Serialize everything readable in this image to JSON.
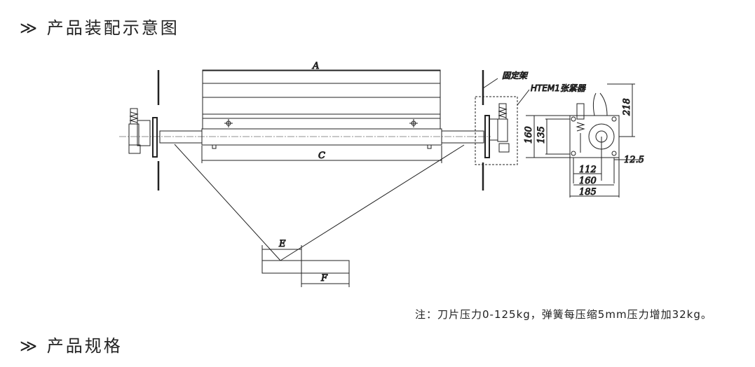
{
  "headings": {
    "assembly": "≫ 产品装配示意图",
    "specs": "≫ 产品规格"
  },
  "note": "注：刀片压力0-125kg，弹簧每压缩5mm压力增加32kg。",
  "labels": {
    "fixed_frame": "固定架",
    "tensioner": "HTEM1张紧器"
  },
  "dimensions": {
    "A": "A",
    "C": "C",
    "E": "E",
    "F": "F",
    "d218": "218",
    "d160v": "160",
    "d135": "135",
    "d12_5": "12.5",
    "d112": "112",
    "d160h": "160",
    "d185": "185"
  }
}
